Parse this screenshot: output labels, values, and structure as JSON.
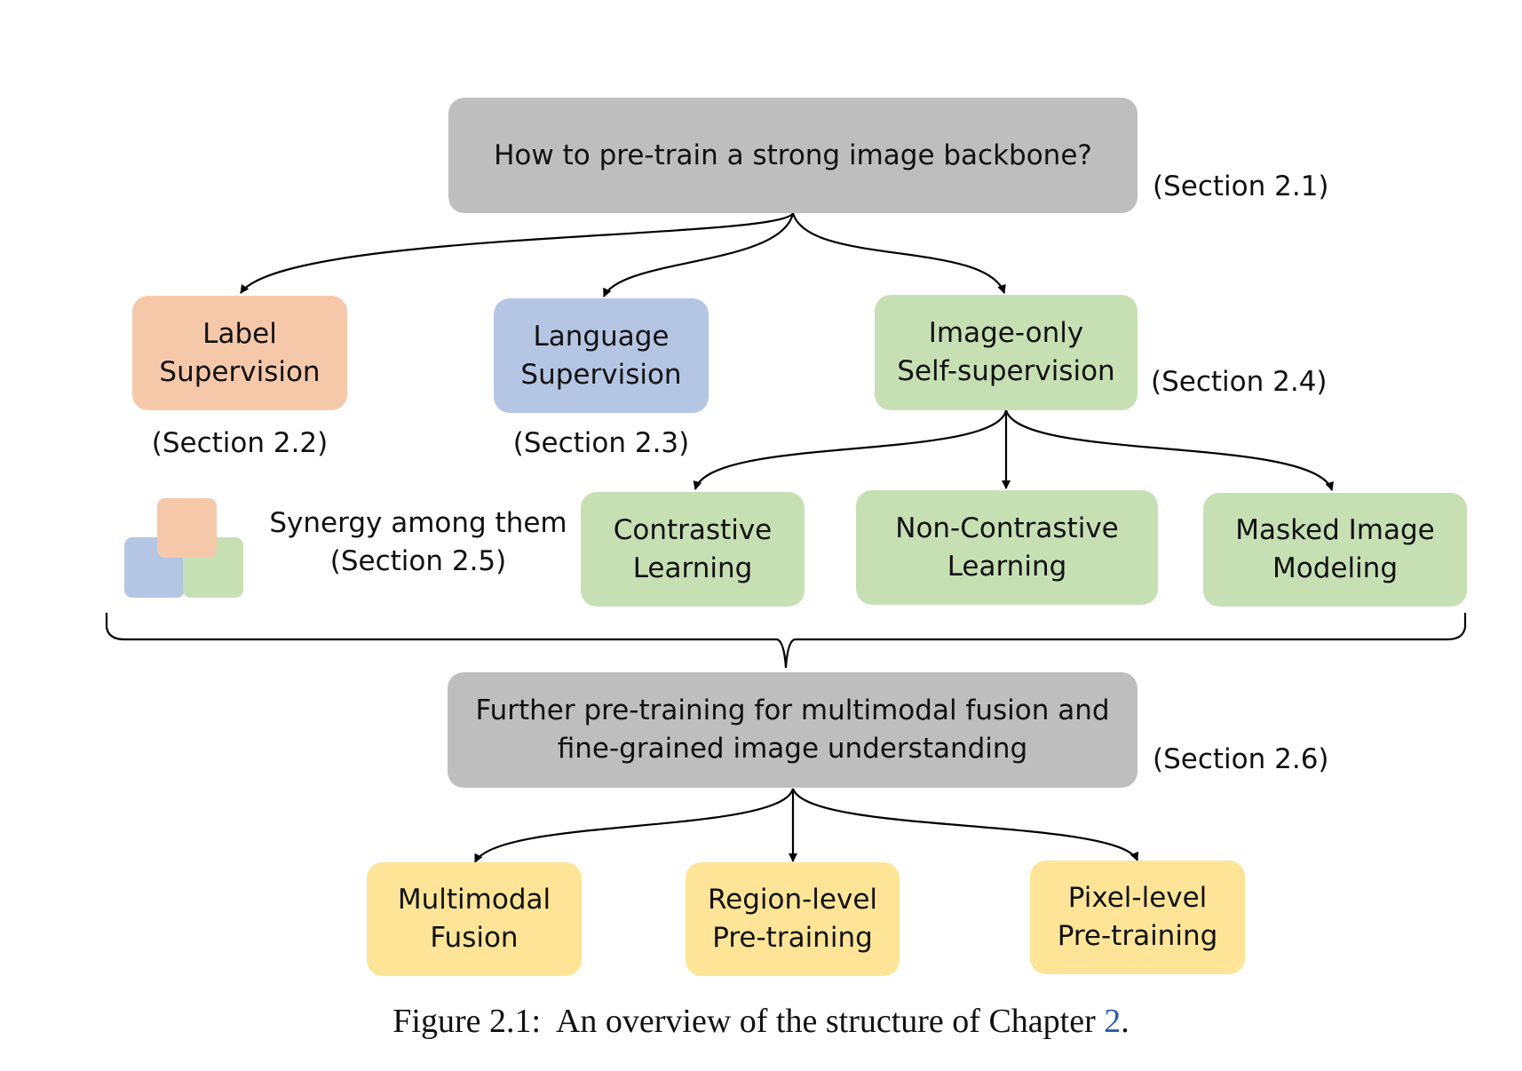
{
  "nodes": {
    "root": "How to pre-train a strong image backbone?",
    "label_sup": "Label\nSupervision",
    "lang_sup": "Language\nSupervision",
    "image_only": "Image-only\nSelf-supervision",
    "contrastive": "Contrastive\nLearning",
    "non_contrastive": "Non-Contrastive\nLearning",
    "masked": "Masked Image\nModeling",
    "further": "Further pre-training for multimodal fusion and\nfine-grained image understanding",
    "multimodal": "Multimodal\nFusion",
    "region": "Region-level\nPre-training",
    "pixel": "Pixel-level\nPre-training"
  },
  "labels": {
    "s21": "(Section 2.1)",
    "s22": "(Section 2.2)",
    "s23": "(Section 2.3)",
    "s24": "(Section 2.4)",
    "synergy": "Synergy among them\n(Section 2.5)",
    "s26": "(Section 2.6)"
  },
  "caption": {
    "prefix": "Figure 2.1:  An overview of the structure of Chapter ",
    "ref": "2",
    "suffix": "."
  },
  "colors": {
    "gray": "#bebebe",
    "orange": "#f6c8aa",
    "blue": "#b5c6e4",
    "green": "#c6e0b4",
    "yellow": "#fde497",
    "link": "#2a5da8"
  }
}
